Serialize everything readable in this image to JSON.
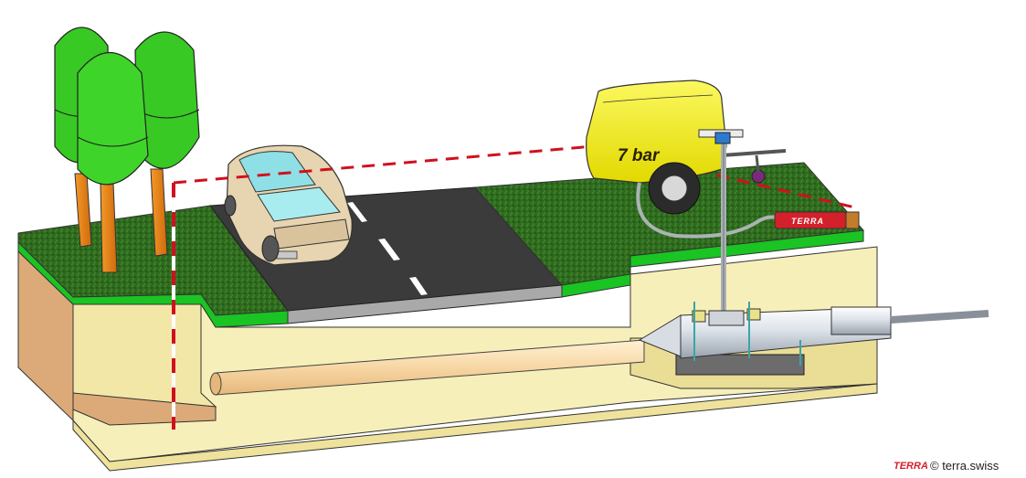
{
  "compressor": {
    "pressure_label": "7 bar"
  },
  "machine": {
    "brand_label": "TERRA"
  },
  "credit": {
    "logo_text": "TERRA",
    "copyright_text": "© terra.swiss"
  },
  "colors": {
    "grass": "#2f6a1f",
    "grass_edge": "#19c423",
    "soil": "#f7efb9",
    "clay": "#dcaa78",
    "asphalt": "#3b3b3b",
    "pipe": "#f7d7a4",
    "compressor": "#f3f000",
    "hose": "#aab4b4",
    "brand_red": "#d4202a",
    "laser_line": "#d0101e"
  },
  "icons": [
    "tree-icon",
    "car-icon",
    "compressor-icon",
    "lubricator-icon",
    "rammer-icon",
    "survey-pole-icon"
  ]
}
